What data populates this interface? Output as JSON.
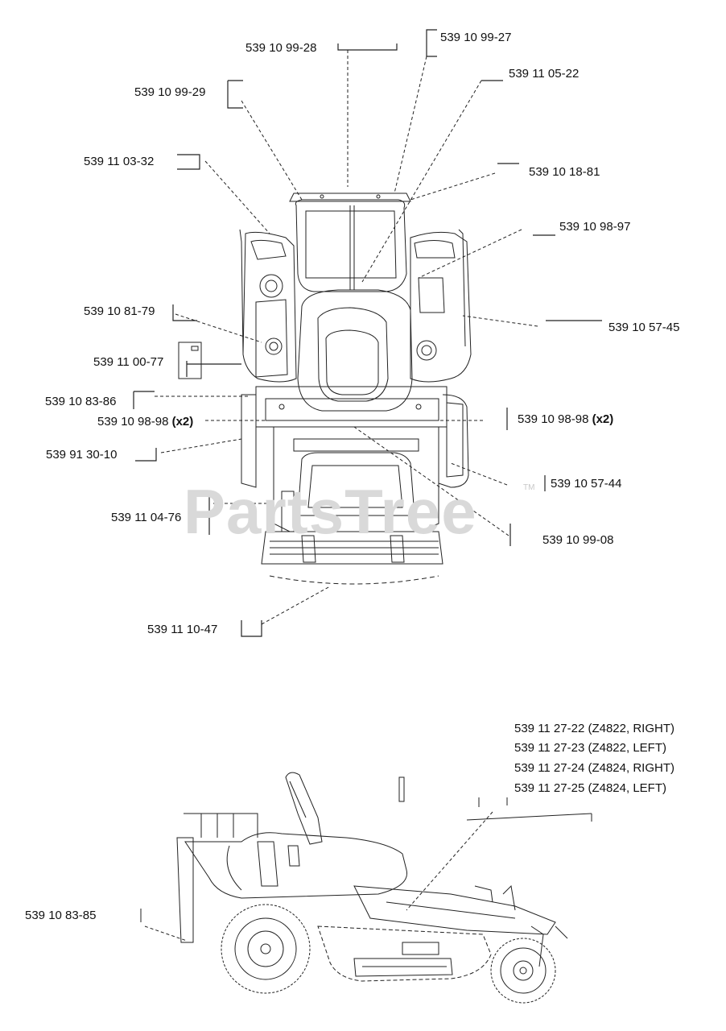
{
  "watermark": {
    "text": "PartsTree",
    "tm": "TM"
  },
  "top_view": {
    "labels": [
      {
        "id": "l1",
        "text": "539 10 99-28"
      },
      {
        "id": "l2",
        "text": "539 10 99-27"
      },
      {
        "id": "l3",
        "text": "539 11 05-22"
      },
      {
        "id": "l4",
        "text": "539 10 99-29"
      },
      {
        "id": "l5",
        "text": "539 11 03-32"
      },
      {
        "id": "l6",
        "text": "539 10 18-81"
      },
      {
        "id": "l7",
        "text": "539 10 98-97"
      },
      {
        "id": "l8",
        "text": "539 10 81-79"
      },
      {
        "id": "l9",
        "text": "539 10 57-45"
      },
      {
        "id": "l10",
        "text": "539 11 00-77"
      },
      {
        "id": "l11",
        "text": "539 10 83-86"
      },
      {
        "id": "l12",
        "text": "539 10 98-98",
        "suffix": "(x2)"
      },
      {
        "id": "l13",
        "text": "539 10 98-98",
        "suffix": "(x2)"
      },
      {
        "id": "l14",
        "text": "539 91 30-10"
      },
      {
        "id": "l15",
        "text": "539 10 57-44"
      },
      {
        "id": "l16",
        "text": "539 11 04-76"
      },
      {
        "id": "l17",
        "text": "539 10 99-08"
      },
      {
        "id": "l18",
        "text": "539 11 10-47"
      }
    ]
  },
  "side_view": {
    "labels": [
      {
        "id": "s1",
        "text": "539 11 27-22 (Z4822, RIGHT)"
      },
      {
        "id": "s2",
        "text": "539 11 27-23 (Z4822, LEFT)"
      },
      {
        "id": "s3",
        "text": "539 11 27-24 (Z4824, RIGHT)"
      },
      {
        "id": "s4",
        "text": "539 11 27-25 (Z4824, LEFT)"
      },
      {
        "id": "s5",
        "text": "539 10 83-85"
      }
    ]
  }
}
